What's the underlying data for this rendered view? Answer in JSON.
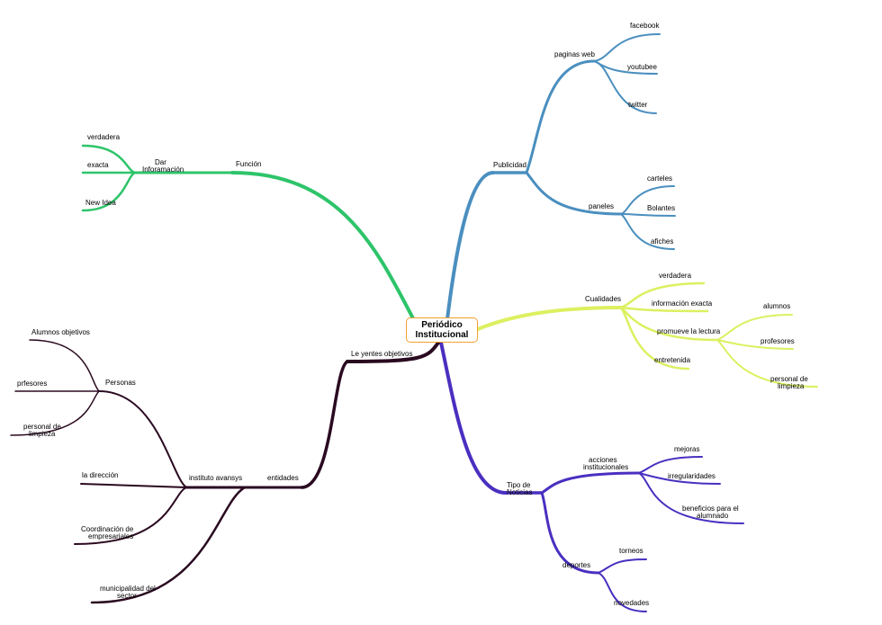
{
  "center": {
    "line1": "Periódico",
    "line2": "Institucional"
  },
  "colors": {
    "funcion": "#2ec46a",
    "publicidad": "#4a8fbf",
    "cualidades": "#dcf060",
    "tipo": "#4a2fc0",
    "lectores": "#2a0a20",
    "center_border": "#f0a030"
  },
  "funcion": {
    "label": "Función",
    "sub_line1": "Dar",
    "sub_line2": "Inforamación",
    "leaves": [
      "verdadera",
      "exacta",
      "New Idea"
    ]
  },
  "publicidad": {
    "label": "Publicidad",
    "paginas": {
      "label": "paginas web",
      "leaves": [
        "facebook",
        "youtubee",
        "twitter"
      ]
    },
    "paneles": {
      "label": "paneles",
      "leaves": [
        "carteles",
        "Bolantes",
        "afiches"
      ]
    }
  },
  "cualidades": {
    "label": "Cualidades",
    "leaves": [
      "verdadera",
      "información exacta",
      "entretenida"
    ],
    "promueve": {
      "label": "promueve la lectura",
      "leaves": [
        "alumnos",
        "profesores"
      ],
      "limpieza_line1": "personal   de",
      "limpieza_line2": "limpieza"
    }
  },
  "tipo": {
    "label_line1": "Tipo   de",
    "label_line2": "Noticias",
    "acciones": {
      "label_line1": "acciones",
      "label_line2": "institucionales",
      "leaves": [
        "mejoras",
        "irregularidades"
      ],
      "beneficios_line1": "beneficios   para   el",
      "beneficios_line2": "alumnado"
    },
    "deportes": {
      "label": "deportes",
      "leaves": [
        "torneos",
        "novedades"
      ]
    }
  },
  "lectores": {
    "label": "Le yentes objetivos",
    "entidades": "entidades",
    "instituto": "instituto avansys",
    "personas": {
      "label": "Personas",
      "leaves": [
        "Alumnos objetivos",
        "prfesores"
      ],
      "limpieza_line1": "personal   de",
      "limpieza_line2": "limpieza"
    },
    "direccion": "la dirección",
    "coordinacion_line1": "Coordinación   de",
    "coordinacion_line2": "empresariales",
    "municipalidad_line1": "municipalidad   del",
    "municipalidad_line2": "sector"
  }
}
